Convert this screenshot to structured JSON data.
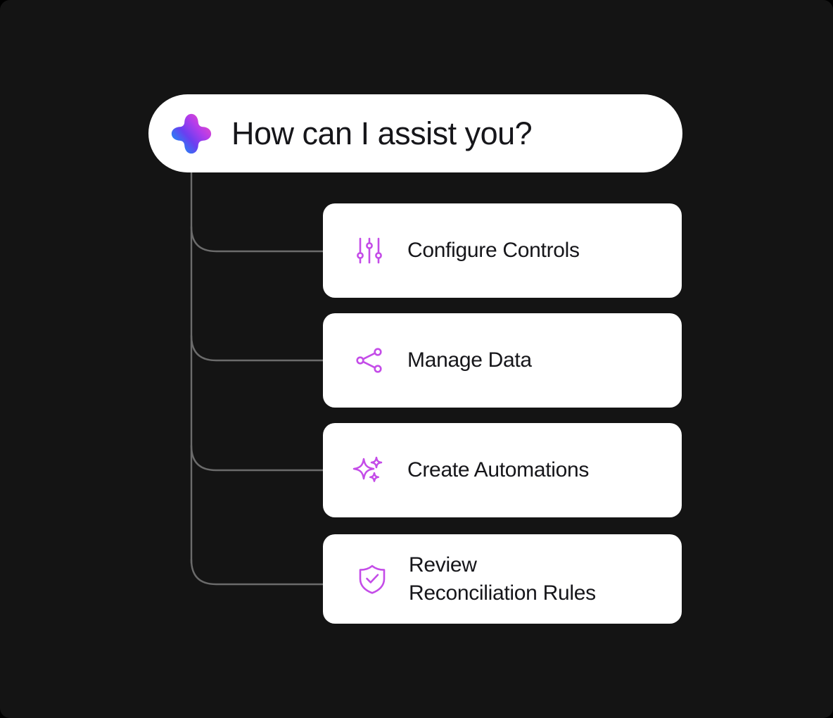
{
  "theme": {
    "background": "#000000",
    "panel_background": "#141414",
    "card_background": "#ffffff",
    "text_color": "#16161a",
    "accent_icon_color": "#c44ce8",
    "connector_color": "#6b6b6b",
    "logo_gradient": [
      "#22c3f0",
      "#3b5bf5",
      "#7b3ff0",
      "#c93ce8",
      "#ef4bc4"
    ]
  },
  "header": {
    "title": "How can I assist you?",
    "logo_icon": "ai-sparkle-gradient-icon"
  },
  "options": [
    {
      "label": "Configure Controls",
      "icon": "sliders-icon"
    },
    {
      "label": "Manage Data",
      "icon": "share-network-icon"
    },
    {
      "label": "Create Automations",
      "icon": "sparkles-icon"
    },
    {
      "label": "Review\nReconciliation Rules",
      "icon": "shield-check-icon"
    }
  ]
}
